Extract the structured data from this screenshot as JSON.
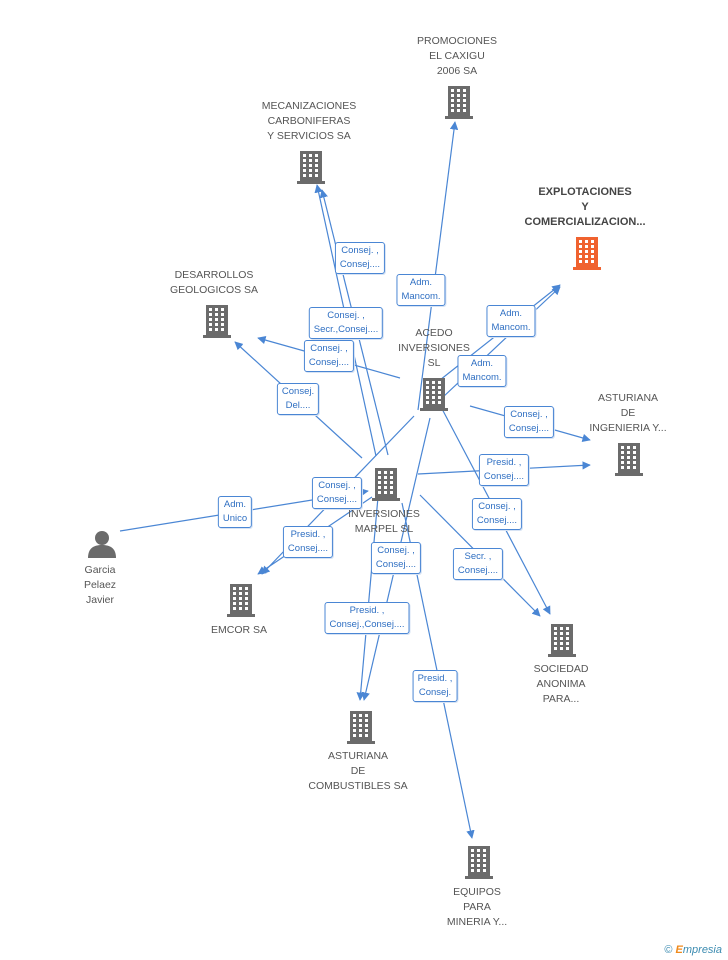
{
  "nodes": [
    {
      "id": "promociones",
      "label": "PROMOCIONES\nEL CAXIGU\n2006 SA",
      "type": "company"
    },
    {
      "id": "mecanizaciones",
      "label": "MECANIZACIONES\nCARBONIFERAS\nY SERVICIOS SA",
      "type": "company"
    },
    {
      "id": "explotaciones",
      "label": "EXPLOTACIONES\nY\nCOMERCIALIZACION...",
      "type": "company-main"
    },
    {
      "id": "desarrollos",
      "label": "DESARROLLOS\nGEOLOGICOS SA",
      "type": "company"
    },
    {
      "id": "acedo",
      "label": "ACEDO\nINVERSIONES\nSL",
      "type": "company"
    },
    {
      "id": "asturiana-ing",
      "label": "ASTURIANA\nDE\nINGENIERIA Y...",
      "type": "company"
    },
    {
      "id": "inversiones-marpel",
      "label": "INVERSIONES\nMARPEL SL",
      "type": "company"
    },
    {
      "id": "garcia",
      "label": "Garcia\nPelaez\nJavier",
      "type": "person"
    },
    {
      "id": "emcor",
      "label": "EMCOR SA",
      "type": "company"
    },
    {
      "id": "sociedad",
      "label": "SOCIEDAD\nANONIMA\nPARA...",
      "type": "company"
    },
    {
      "id": "asturiana-comb",
      "label": "ASTURIANA\nDE\nCOMBUSTIBLES SA",
      "type": "company"
    },
    {
      "id": "equipos",
      "label": "EQUIPOS\nPARA\nMINERIA Y...",
      "type": "company"
    }
  ],
  "edges": [
    {
      "label": "Consej. ,\nConsej...."
    },
    {
      "label": "Adm.\nMancom."
    },
    {
      "label": "Consej. ,\nSecr.,Consej...."
    },
    {
      "label": "Consej. ,\nConsej...."
    },
    {
      "label": "Adm.\nMancom."
    },
    {
      "label": "Adm.\nMancom."
    },
    {
      "label": "Consej.\nDel...."
    },
    {
      "label": "Consej. ,\nConsej...."
    },
    {
      "label": "Presid. ,\nConsej...."
    },
    {
      "label": "Consej. ,\nConsej...."
    },
    {
      "label": "Adm.\nUnico"
    },
    {
      "label": "Consej. ,\nConsej...."
    },
    {
      "label": "Presid. ,\nConsej...."
    },
    {
      "label": "Consej. ,\nConsej...."
    },
    {
      "label": "Secr. ,\nConsej...."
    },
    {
      "label": "Presid. ,\nConsej.,Consej...."
    },
    {
      "label": "Presid. ,\nConsej."
    }
  ],
  "colors": {
    "edge": "#4a86d4",
    "icon": "#6b6b6b",
    "icon_main": "#f0622f",
    "label_border": "#4a86d4",
    "label_text": "#2f6fc2"
  },
  "brand": {
    "copyright": "©",
    "first": "E",
    "rest": "mpresia"
  }
}
